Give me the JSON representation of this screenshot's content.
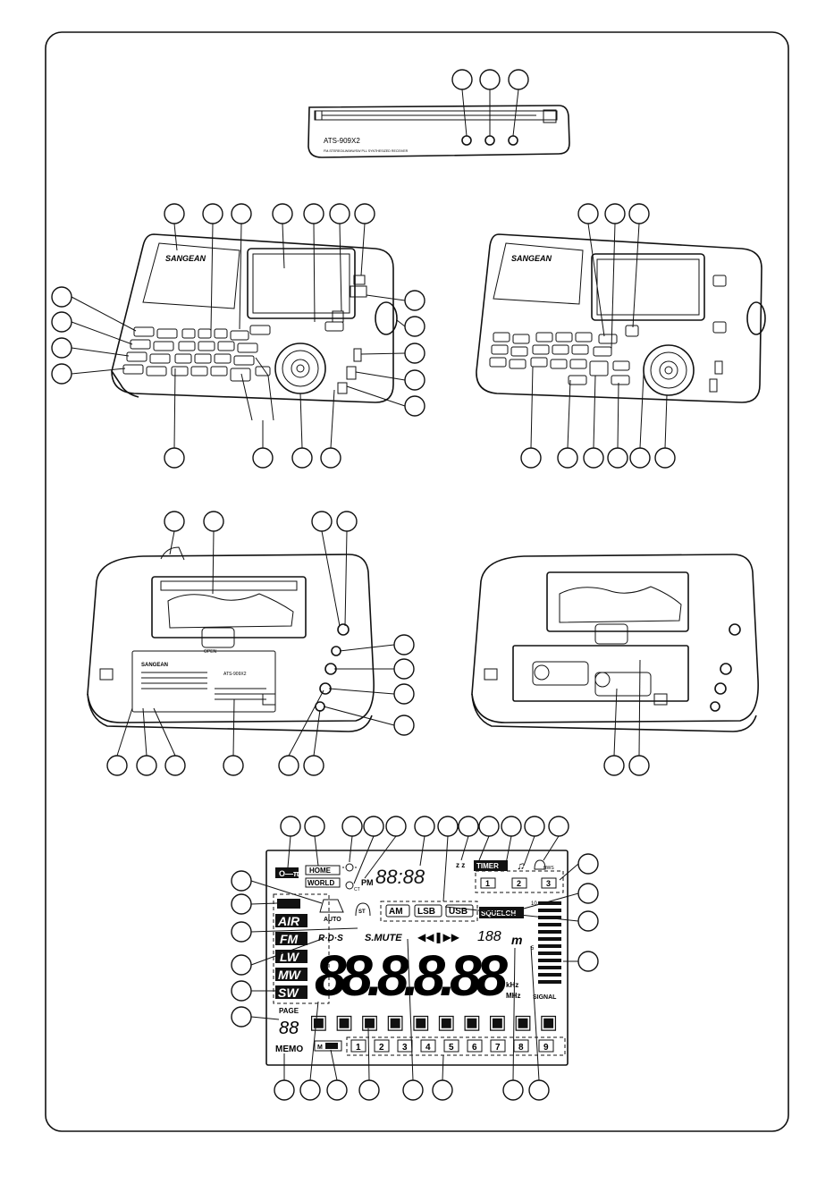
{
  "brand": "SANGEAN",
  "model": "ATS-909X2",
  "model_caption": "FM-STEREO/LW/MW/SW PLL SYNTHESIZED RECEIVER",
  "back_label": "OPEN",
  "lcd": {
    "lock_label": "O—π",
    "home_label": "HOME",
    "world_label": "WORLD",
    "pm_label": "PM",
    "ct_label": "CT",
    "sleep_label": "z z",
    "timer_label": "TIMER",
    "hws_label": "HWS",
    "timer_slots": [
      "1",
      "2",
      "3"
    ],
    "auto_label": "AUTO",
    "st_label": "ST",
    "modes": [
      "AM",
      "LSB",
      "USB"
    ],
    "squelch_label": "SQUELCH",
    "bands": [
      "AIR",
      "FM",
      "LW",
      "MW",
      "SW"
    ],
    "rds_label": "R·D·S",
    "smute_label": "S.MUTE",
    "meter_digits": "188",
    "meter_unit": "m",
    "khz_label": "kHz",
    "mhz_label": "MHz",
    "signal_label": "SIGNAL",
    "page_label": "PAGE",
    "page_digits": "88",
    "memo_label": "MEMO",
    "mlock_label": "M",
    "memory_slots": [
      "1",
      "2",
      "3",
      "4",
      "5",
      "6",
      "7",
      "8",
      "9"
    ],
    "big_digits": "88.8.8.88",
    "scale_top": "10",
    "scale_mid": "5"
  },
  "icons": {
    "light": "sun-icon",
    "clock": "clock-icon",
    "bell": "bell-icon",
    "note": "music-note-icon",
    "headphone": "headphone-icon",
    "play": "play-pause-icon"
  }
}
